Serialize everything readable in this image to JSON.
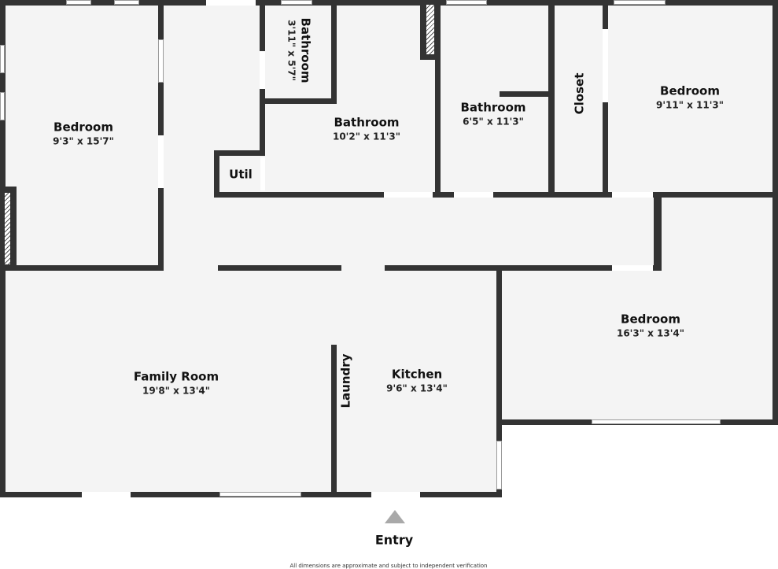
{
  "floorplan": {
    "rooms": [
      {
        "name": "Bedroom",
        "dims": "9'3\" x 15'7\""
      },
      {
        "name": "Bathroom",
        "dims": "3'11\" x 5'7\""
      },
      {
        "name": "Bathroom",
        "dims": "10'2\" x 11'3\""
      },
      {
        "name": "Util",
        "dims": ""
      },
      {
        "name": "Bathroom",
        "dims": "6'5\" x 11'3\""
      },
      {
        "name": "Closet",
        "dims": ""
      },
      {
        "name": "Bedroom",
        "dims": "9'11\" x 11'3\""
      },
      {
        "name": "Bedroom",
        "dims": "16'3\" x 13'4\""
      },
      {
        "name": "Family Room",
        "dims": "19'8\" x 13'4\""
      },
      {
        "name": "Laundry",
        "dims": ""
      },
      {
        "name": "Kitchen",
        "dims": "9'6\" x 13'4\""
      }
    ],
    "entry": {
      "label": "Entry",
      "icon": "triangle-up-arrow-icon",
      "color": "#a9a9a9"
    },
    "disclaimer": "All dimensions are approximate and subject to independent verification",
    "colors": {
      "wall": "#333333",
      "floor": "#f4f4f4",
      "background": "#ffffff"
    }
  }
}
